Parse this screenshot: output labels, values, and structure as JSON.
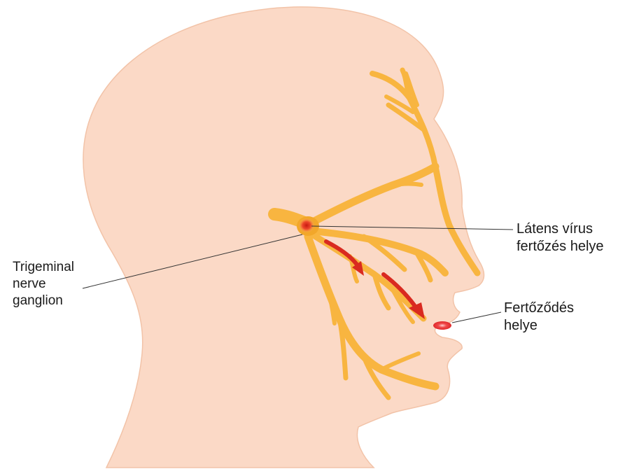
{
  "colors": {
    "skin": "#fbd9c6",
    "skin_outline": "#f2c3a8",
    "nerve": "#f8b540",
    "nerve_dark": "#f2a72a",
    "lesion": "#e53d2d",
    "arrow": "#d92a20",
    "leader_line": "#333333",
    "text": "#1a1a1a"
  },
  "labels": {
    "ganglion": [
      "Trigeminal",
      "nerve",
      "ganglion"
    ],
    "latent": [
      "Látens vírus",
      "fertőzés helye"
    ],
    "infection": [
      "Fertőződés",
      "helye"
    ]
  }
}
